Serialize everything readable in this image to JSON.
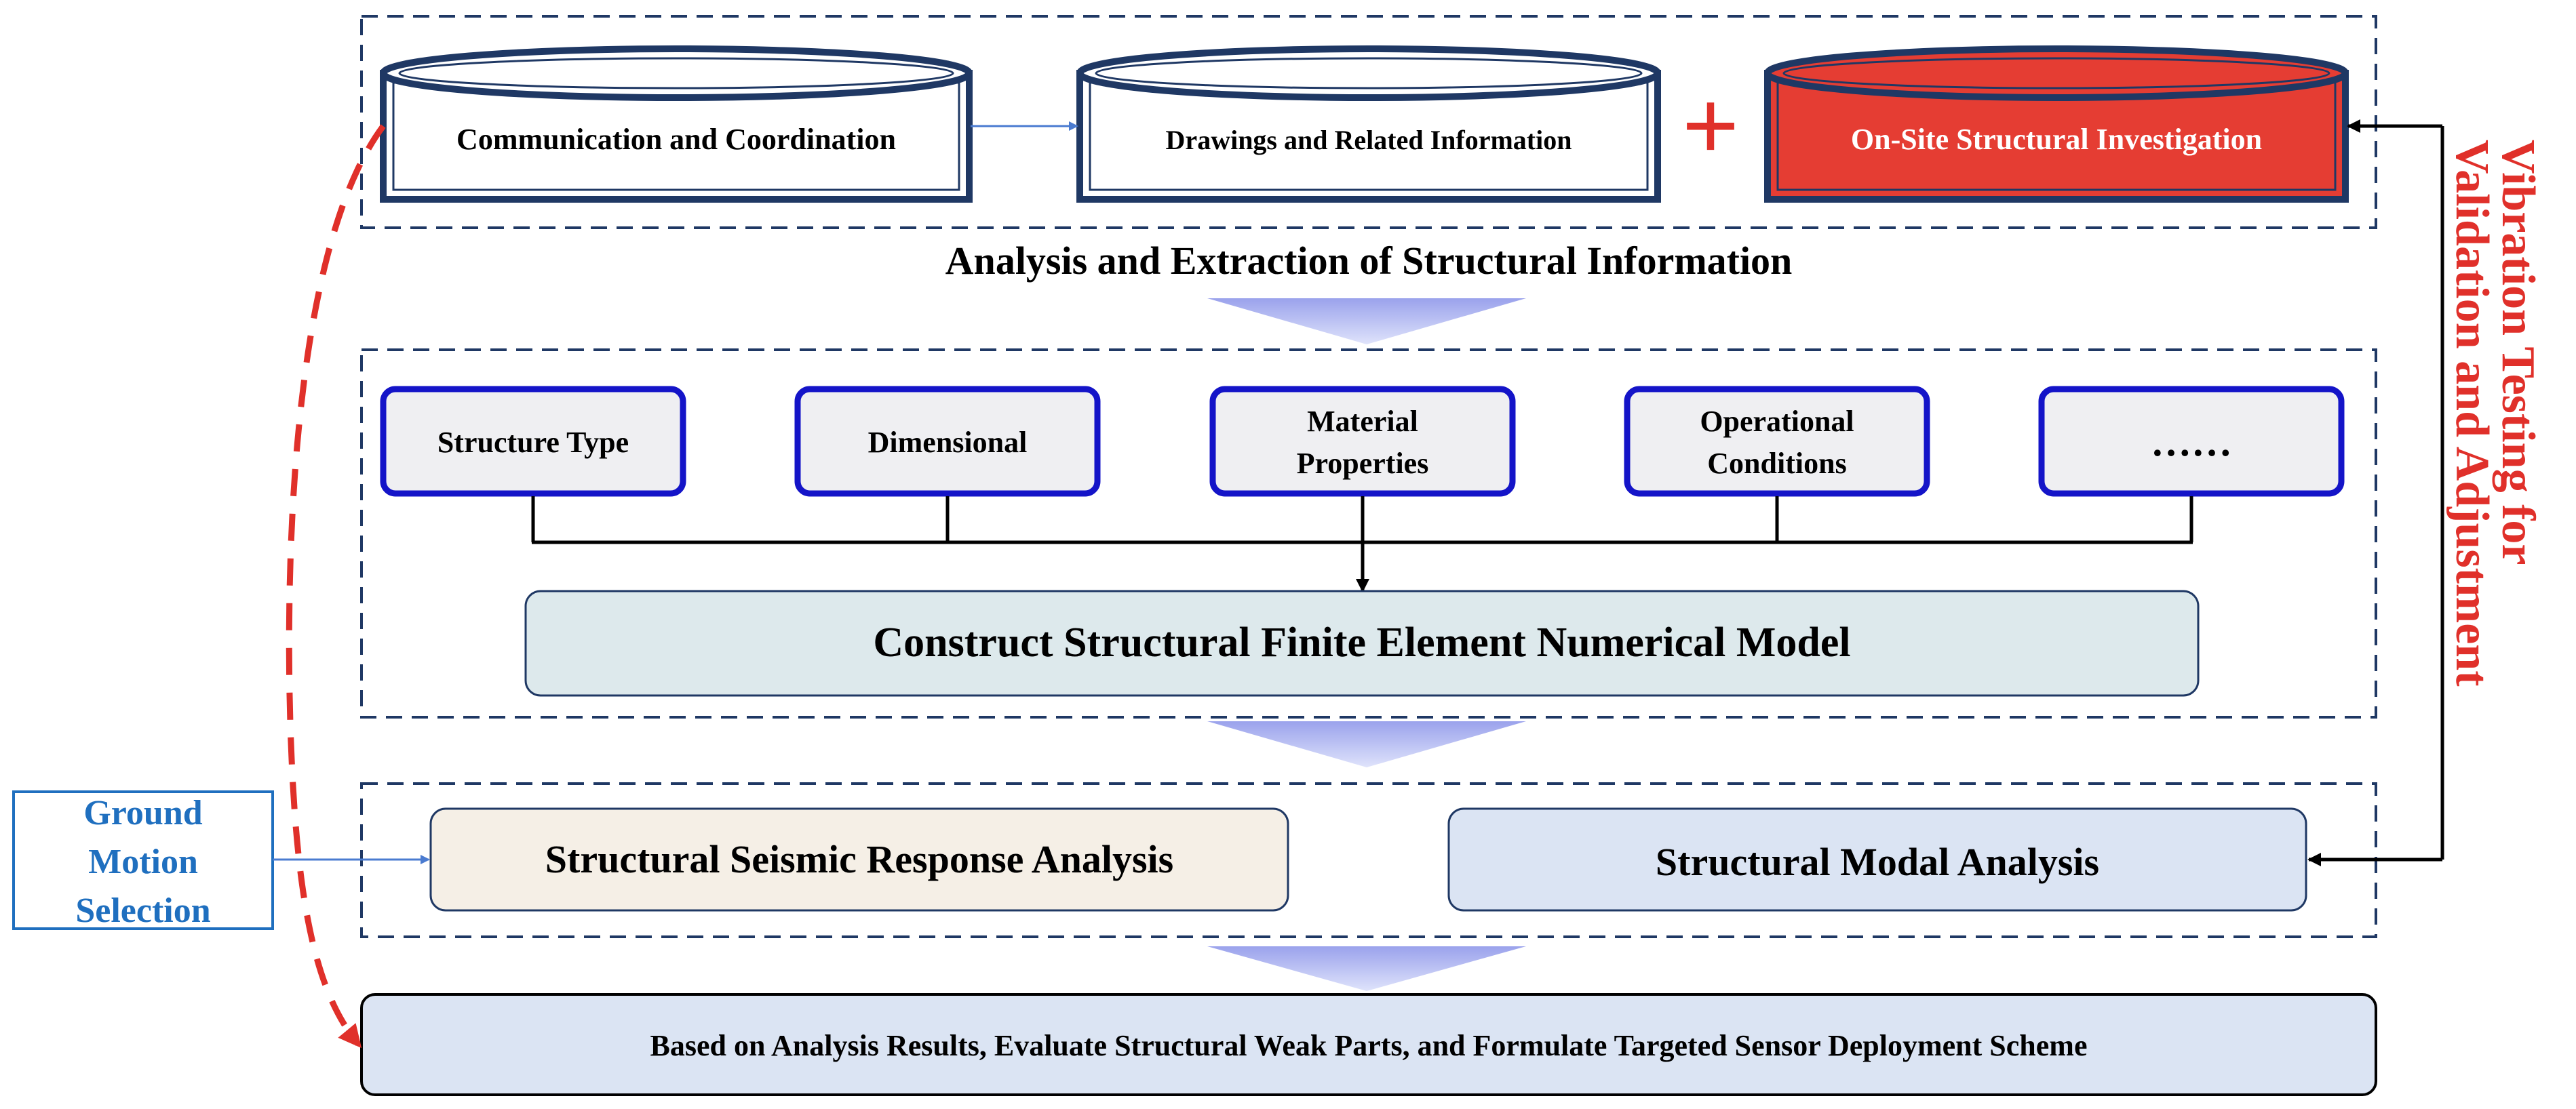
{
  "top": {
    "box1": "Communication and Coordination",
    "box2": "Drawings and Related Information",
    "plus": "+",
    "box3": "On-Site Structural Investigation"
  },
  "analysis_heading": "Analysis and Extraction of Structural Information",
  "params": [
    {
      "line1": "Structure Type",
      "line2": ""
    },
    {
      "line1": "Dimensional",
      "line2": ""
    },
    {
      "line1": "Material",
      "line2": "Properties"
    },
    {
      "line1": "Operational",
      "line2": "Conditions"
    },
    {
      "line1": "……",
      "line2": ""
    }
  ],
  "fem_model": "Construct Structural Finite Element Numerical Model",
  "seismic": "Structural Seismic Response Analysis",
  "modal": "Structural Modal Analysis",
  "ground_motion": {
    "line1": "Ground",
    "line2": "Motion",
    "line3": "Selection"
  },
  "vibration": {
    "line1": "Vibration Testing for",
    "line2": "Validation and Adjustment"
  },
  "final": "Based on Analysis Results, Evaluate Structural Weak Parts, and Formulate Targeted Sensor Deployment Scheme",
  "colors": {
    "navy": "#1f3864",
    "red": "#e0302a",
    "blue_box": "#1414c8",
    "light_gray": "#efeff2",
    "teal_fill": "#dde9ec",
    "cream_fill": "#f5efe6",
    "blue_fill": "#dbe4f3",
    "ground_blue": "#1f6fbf",
    "chevron": "#a8b0ee"
  }
}
